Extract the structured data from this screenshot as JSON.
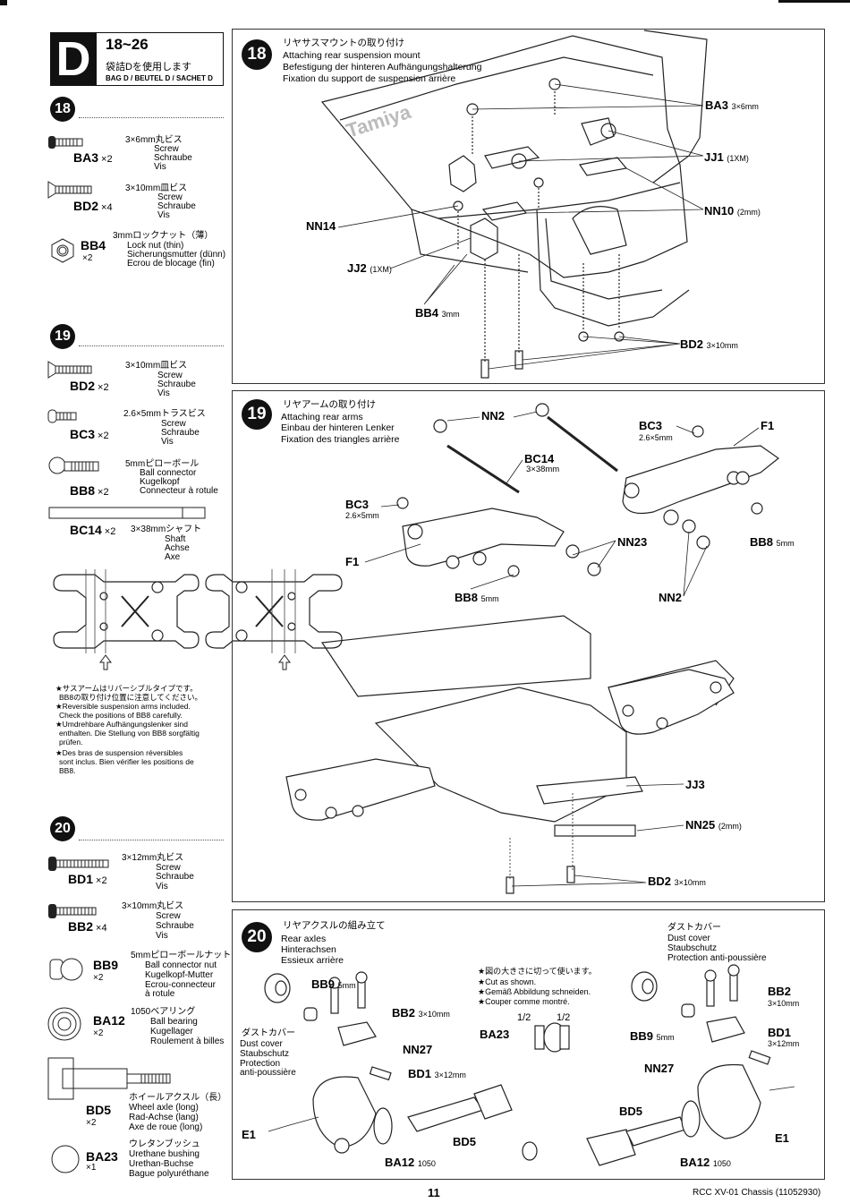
{
  "header": {
    "letter": "D",
    "step_range": "18~26",
    "bag_jp": "袋詰Dを使用します",
    "bag_label": "BAG D / BEUTEL D / SACHET D"
  },
  "left": {
    "step18": {
      "num": "18",
      "parts": [
        {
          "code": "BA3",
          "qty": "×2",
          "jp": "3×6mm丸ビス",
          "en": "Screw",
          "de": "Schraube",
          "fr": "Vis"
        },
        {
          "code": "BD2",
          "qty": "×4",
          "jp": "3×10mm皿ビス",
          "en": "Screw",
          "de": "Schraube",
          "fr": "Vis"
        },
        {
          "code": "BB4",
          "qty": "×2",
          "jp": "3mmロックナット（薄）",
          "en": "Lock nut (thin)",
          "de": "Sicherungsmutter (dünn)",
          "fr": "Ecrou de blocage (fin)"
        }
      ]
    },
    "step19": {
      "num": "19",
      "parts": [
        {
          "code": "BD2",
          "qty": "×2",
          "jp": "3×10mm皿ビス",
          "en": "Screw",
          "de": "Schraube",
          "fr": "Vis"
        },
        {
          "code": "BC3",
          "qty": "×2",
          "jp": "2.6×5mmトラスビス",
          "en": "Screw",
          "de": "Schraube",
          "fr": "Vis"
        },
        {
          "code": "BB8",
          "qty": "×2",
          "jp": "5mmピローボール",
          "en": "Ball connector",
          "de": "Kugelkopf",
          "fr": "Connecteur à rotule"
        },
        {
          "code": "BC14",
          "qty": "×2",
          "jp": "3×38mmシャフト",
          "en": "Shaft",
          "de": "Achse",
          "fr": "Axe"
        }
      ],
      "note": [
        "★サスアームはリバーシブルタイプです。",
        "BB8の取り付け位置に注意してください。",
        "★Reversible suspension arms included.",
        "Check the positions of BB8 carefully.",
        "★Umdrehbare Aufhängungslenker sind",
        "enthalten. Die Stellung von BB8 sorgfältig",
        "prüfen.",
        "★Des bras de suspension réversibles",
        "sont inclus. Bien vérifier les positions de",
        "BB8."
      ]
    },
    "step20": {
      "num": "20",
      "parts": [
        {
          "code": "BD1",
          "qty": "×2",
          "jp": "3×12mm丸ビス",
          "en": "Screw",
          "de": "Schraube",
          "fr": "Vis"
        },
        {
          "code": "BB2",
          "qty": "×4",
          "jp": "3×10mm丸ビス",
          "en": "Screw",
          "de": "Schraube",
          "fr": "Vis"
        },
        {
          "code": "BB9",
          "qty": "×2",
          "jp": "5mmピローボールナット",
          "en": "Ball connector nut",
          "de": "Kugelkopf-Mutter",
          "fr": "Ecrou-connecteur",
          "fr2": "à rotule"
        },
        {
          "code": "BA12",
          "qty": "×2",
          "jp": "1050ベアリング",
          "en": "Ball bearing",
          "de": "Kugellager",
          "fr": "Roulement à billes"
        },
        {
          "code": "BD5",
          "qty": "×2",
          "jp": "ホイールアクスル（長）",
          "en": "Wheel axle (long)",
          "de": "Rad-Achse (lang)",
          "fr": "Axe de roue (long)"
        },
        {
          "code": "BA23",
          "qty": "×1",
          "jp": "ウレタンブッシュ",
          "en": "Urethane bushing",
          "de": "Urethan-Buchse",
          "fr": "Bague polyuréthane"
        }
      ]
    }
  },
  "panel18": {
    "num": "18",
    "jp": "リヤサスマウントの取り付け",
    "en": "Attaching rear suspension mount",
    "de": "Befestigung der hinteren Aufhängungshalterung",
    "fr": "Fixation du support de suspension arrière",
    "labels": {
      "ba3": "BA3",
      "ba3_size": "3×6mm",
      "jj1": "JJ1",
      "jj1_size": "(1XM)",
      "nn10": "NN10",
      "nn10_size": "(2mm)",
      "nn14": "NN14",
      "jj2": "JJ2",
      "jj2_size": "(1XM)",
      "bb4": "BB4",
      "bb4_size": "3mm",
      "bd2": "BD2",
      "bd2_size": "3×10mm"
    }
  },
  "panel19": {
    "num": "19",
    "jp": "リヤアームの取り付け",
    "en": "Attaching rear arms",
    "de": "Einbau der hinteren Lenker",
    "fr": "Fixation des triangles arrière",
    "labels": {
      "nn2a": "NN2",
      "bc3a": "BC3",
      "bc3a_size": "2.6×5mm",
      "f1a": "F1",
      "bc14": "BC14",
      "bc14_size": "3×38mm",
      "bc3b": "BC3",
      "bc3b_size": "2.6×5mm",
      "nn23": "NN23",
      "bb8a": "BB8",
      "bb8a_size": "5mm",
      "f1b": "F1",
      "bb8b": "BB8",
      "bb8b_size": "5mm",
      "nn2b": "NN2",
      "jj3": "JJ3",
      "nn25": "NN25",
      "nn25_size": "(2mm)",
      "bd2": "BD2",
      "bd2_size": "3×10mm"
    }
  },
  "panel20": {
    "num": "20",
    "jp": "リヤアクスルの組み立て",
    "en": "Rear axles",
    "de": "Hinterachsen",
    "fr": "Essieux arrière",
    "dust_left": [
      "ダストカバー",
      "Dust cover",
      "Staubschutz",
      "Protection",
      "anti-poussière"
    ],
    "dust_right": [
      "ダストカバー",
      "Dust cover",
      "Staubschutz",
      "Protection anti-poussière"
    ],
    "cut_note": [
      "★図の大きさに切って使います。",
      "★Cut as shown.",
      "★Gemäß Abbildung schneiden.",
      "★Couper comme montré."
    ],
    "labels": {
      "bb9a": "BB9",
      "bb9a_size": "5mm",
      "bb2a": "BB2",
      "bb2a_size": "3×10mm",
      "nn27a": "NN27",
      "bd1a": "BD1",
      "bd1a_size": "3×12mm",
      "e1a": "E1",
      "bd5a": "BD5",
      "ba12a": "BA12",
      "ba12a_size": "1050",
      "ba23": "BA23",
      "half1": "1/2",
      "half2": "1/2",
      "bb2b": "BB2",
      "bb2b_size": "3×10mm",
      "bb9b": "BB9",
      "bb9b_size": "5mm",
      "bd1b": "BD1",
      "bd1b_size": "3×12mm",
      "nn27b": "NN27",
      "bd5b": "BD5",
      "e1b": "E1",
      "ba12b": "BA12",
      "ba12b_size": "1050"
    }
  },
  "footer": {
    "page": "11",
    "doc": "RCC XV-01 Chassis (11052930)"
  }
}
